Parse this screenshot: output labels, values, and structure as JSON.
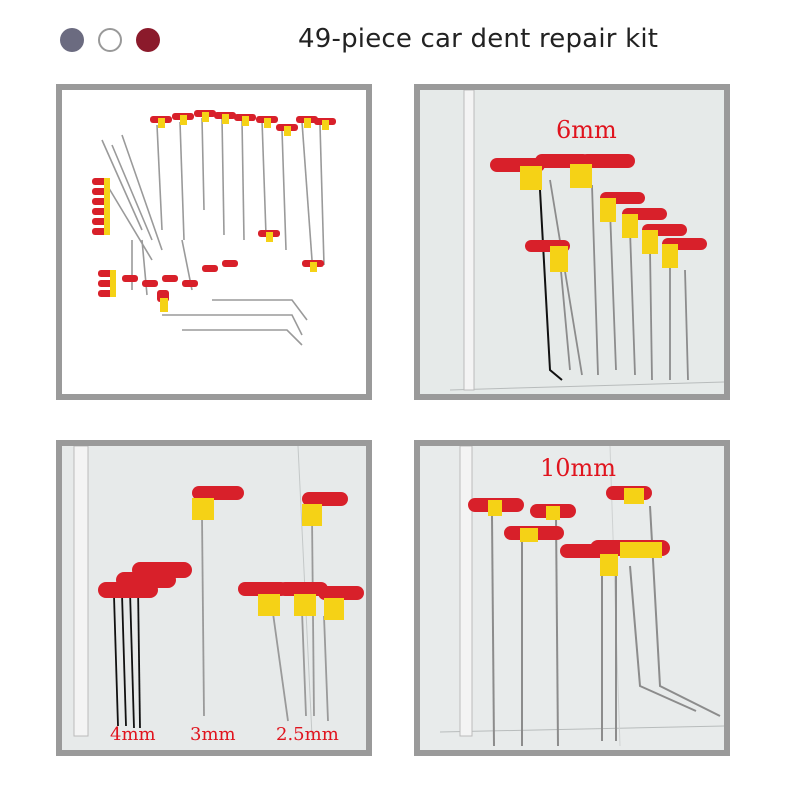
{
  "page": {
    "title": "49-piece car dent repair kit"
  },
  "color_options": [
    {
      "name": "gray",
      "color": "#6b6b80"
    },
    {
      "name": "white",
      "color": "#ffffff"
    },
    {
      "name": "burgundy",
      "color": "#8b1a2b"
    }
  ],
  "panels": {
    "overview": {},
    "six_mm": {
      "label": "6mm"
    },
    "sizes": {
      "labels": [
        "4mm",
        "3mm",
        "2.5mm"
      ]
    },
    "ten_mm": {
      "label": "10mm"
    }
  },
  "colors": {
    "handle_red": "#d8202a",
    "handle_yellow": "#f5d216",
    "rod": "#9a9a9a",
    "label": "#e0141e"
  }
}
